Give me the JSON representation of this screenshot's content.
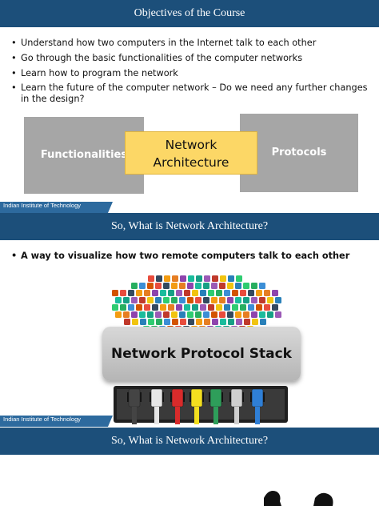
{
  "slide1": {
    "title": "Objectives of the Course",
    "bullets": [
      "Understand how two computers in the Internet talk to each other",
      "Go through the basic functionalities of the computer networks",
      "Learn how to program the network",
      "Learn the future of the computer network – Do we need any further changes in the design?"
    ],
    "diagram": {
      "left_box": "Functionalities",
      "center_box_line1": "Network",
      "center_box_line2": "Architecture",
      "right_box": "Protocols"
    },
    "footer": "Indian Institute of Technology"
  },
  "slide2": {
    "title": "So, What is Network Architecture?",
    "bullets": [
      "A way to visualize how two remote computers talk to each other"
    ],
    "stack_label": "Network Protocol Stack",
    "footer": "Indian Institute of Technology"
  },
  "slide3": {
    "title": "So, What is Network Architecture?"
  },
  "colors": {
    "banner": "#1c4f7a",
    "gray_box": "#a6a6a6",
    "highlight_box": "#fcd766",
    "cable_colors": [
      "#444444",
      "#e6e6e6",
      "#d92b2b",
      "#f3df1f",
      "#2e9e5a",
      "#cfcfcf",
      "#2f7fd6"
    ]
  }
}
